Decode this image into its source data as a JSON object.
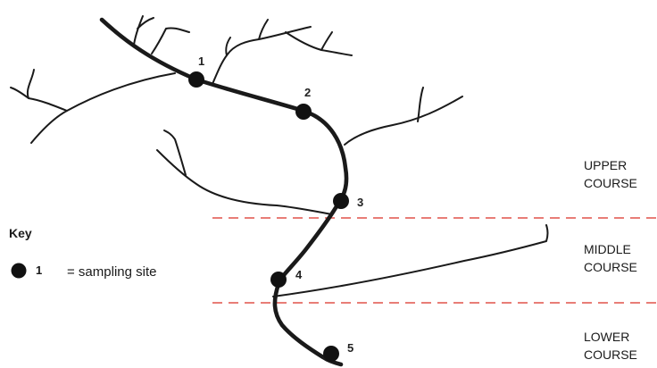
{
  "colors": {
    "river": "#1a1a1a",
    "boundary": "#e0524a",
    "site_marker": "#111111"
  },
  "sites": [
    {
      "number": "1"
    },
    {
      "number": "2"
    },
    {
      "number": "3"
    },
    {
      "number": "4"
    },
    {
      "number": "5"
    }
  ],
  "courses": {
    "upper": [
      "UPPER",
      "COURSE"
    ],
    "middle": [
      "MIDDLE",
      "COURSE"
    ],
    "lower": [
      "LOWER",
      "COURSE"
    ]
  },
  "key": {
    "title": "Key",
    "number": "1",
    "text": "= sampling site"
  }
}
